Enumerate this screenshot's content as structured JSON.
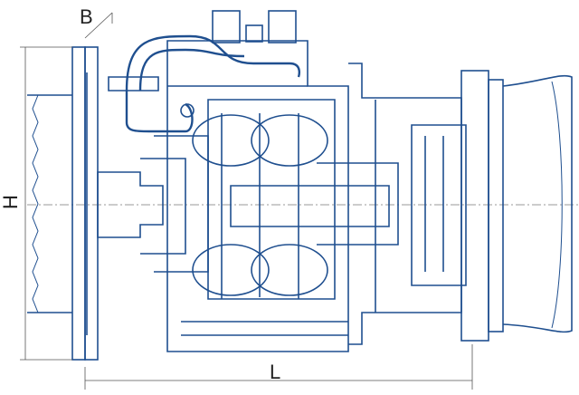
{
  "diagram": {
    "dimension_labels": {
      "width_flange": "B",
      "height": "H",
      "length": "L"
    },
    "line_color": "#1f4f8f"
  }
}
